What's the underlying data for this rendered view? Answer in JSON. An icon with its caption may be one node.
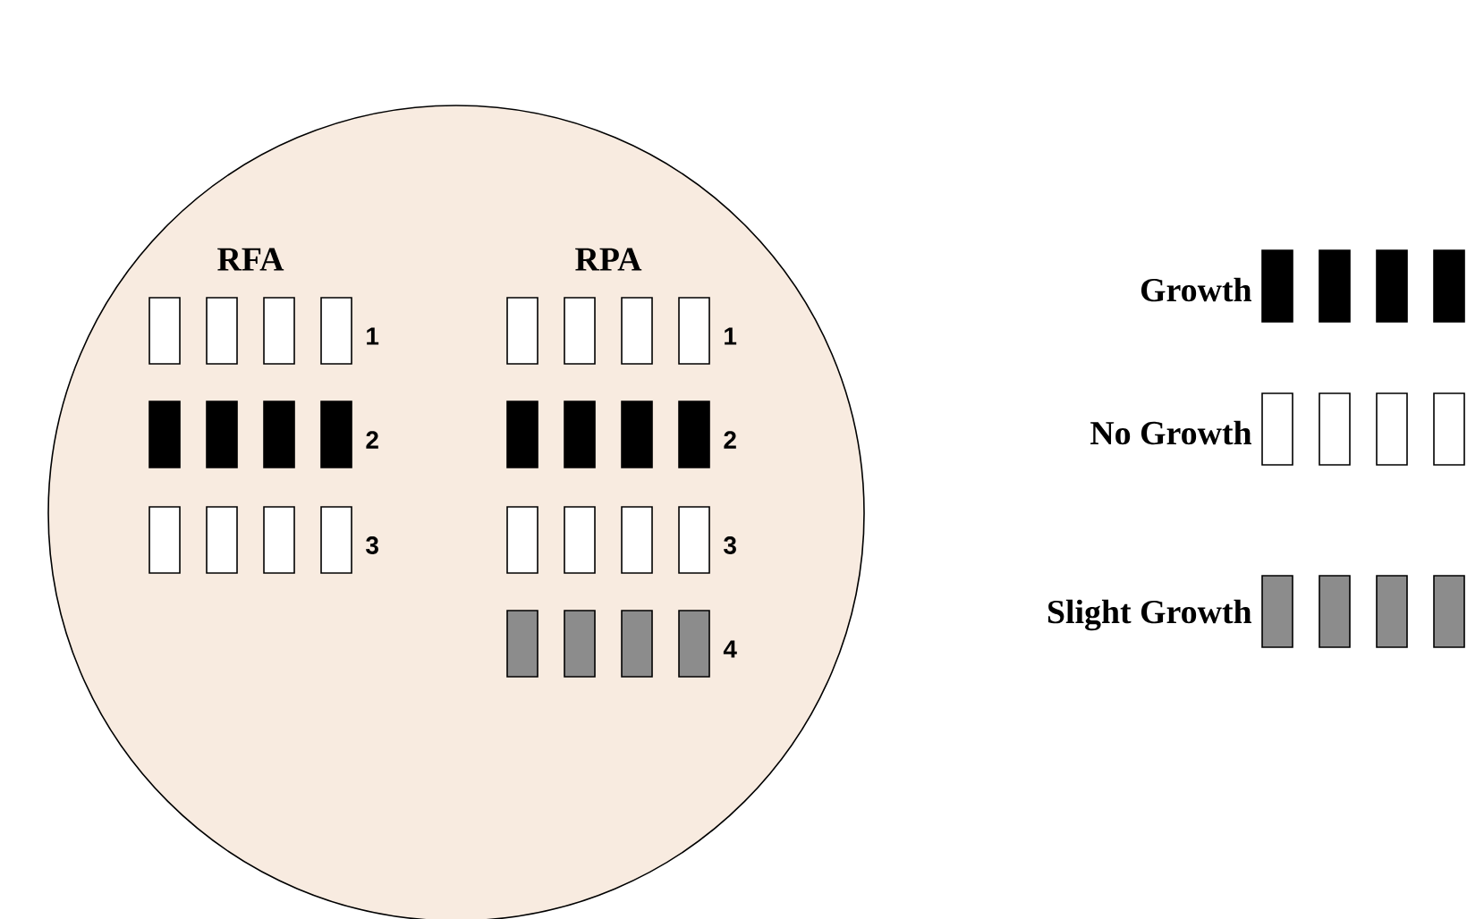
{
  "diagram": {
    "nodes": [
      {
        "text": [],
        "shape": "circle"
      }
    ],
    "labels": [
      "RFA",
      "RPA",
      "1",
      "1",
      "2",
      "2",
      "3",
      "3",
      "4"
    ],
    "legend": [
      {
        "text": "Growth",
        "color": "#000000"
      },
      {
        "text": "No Growth"
      },
      {
        "text": "Slight Growth",
        "color": "#8c8c8c"
      }
    ]
  }
}
